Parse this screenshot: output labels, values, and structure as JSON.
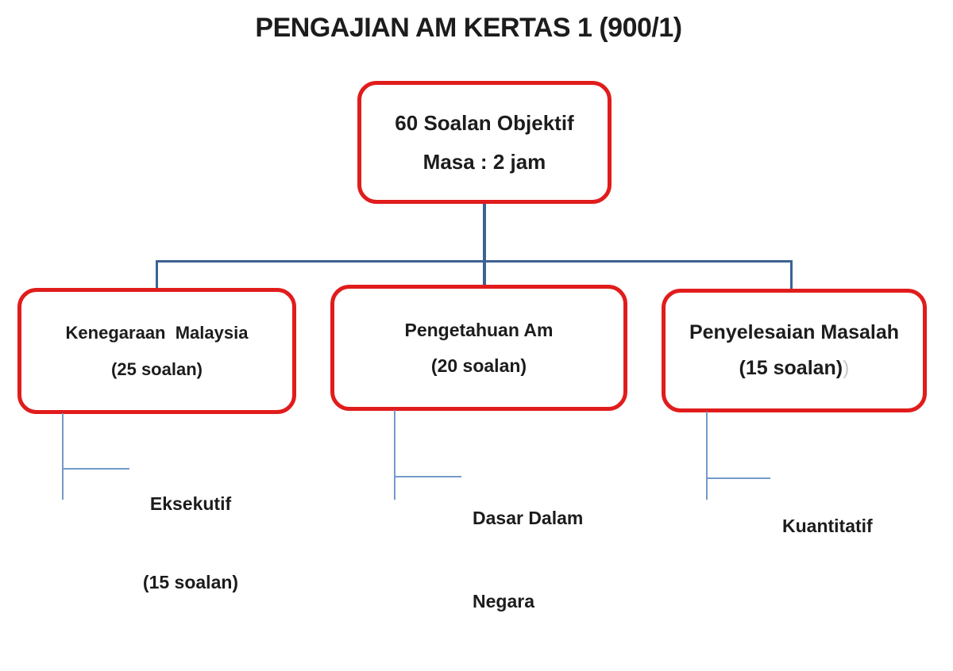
{
  "title": "PENGAJIAN AM KERTAS 1 (900/1)",
  "colors": {
    "box_border": "#e11c1c",
    "connector_dark": "#3c6392",
    "connector_light": "#7499ca",
    "text": "#1c1c1c",
    "ghost_paren": "#c9c9c9",
    "background": "#ffffff"
  },
  "root_box": {
    "line1": "60 Soalan Objektif",
    "line2": "Masa : 2 jam"
  },
  "branches": [
    {
      "name": "Kenegaraan Malaysia",
      "line1": "Kenegaraan  Malaysia",
      "line2": "(25 soalan)",
      "child": {
        "line1": "Eksekutif",
        "line2": "(15 soalan)"
      }
    },
    {
      "name": "Pengetahuan Am",
      "line1": "Pengetahuan Am",
      "line2": "(20 soalan)",
      "child": {
        "line1": "Dasar Dalam",
        "line2": "Negara"
      }
    },
    {
      "name": "Penyelesaian Masalah",
      "line1": "Penyelesaian Masalah",
      "line2": "(15 soalan)",
      "line2_ghost": ")",
      "child": {
        "line1": "Kuantitatif"
      }
    }
  ]
}
